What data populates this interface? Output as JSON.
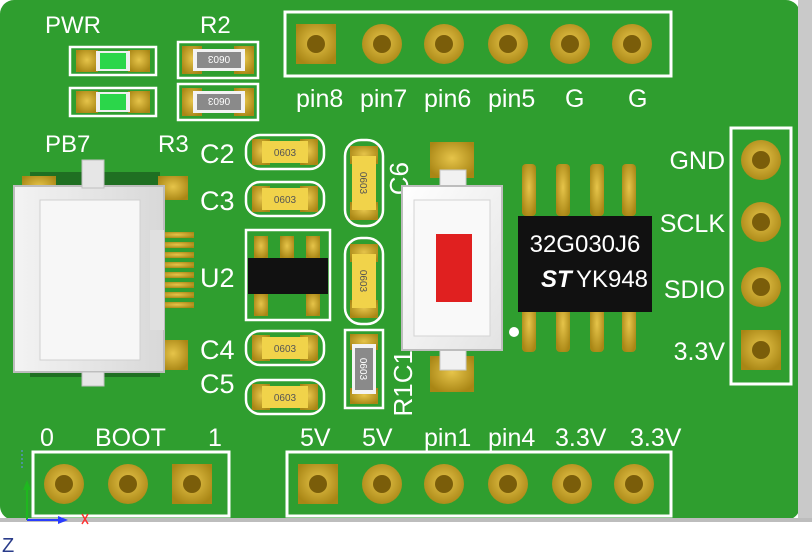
{
  "colors": {
    "pcb": "#2f9e2f",
    "pcb_dark": "#1f6f22",
    "silk": "#ffffff",
    "gold": "#c9a21e",
    "gold_dark": "#8a6a10",
    "chip": "#111111",
    "led": "#2bd64a",
    "button_red": "#e02020",
    "cap_yellow": "#f1d34a",
    "res_body": "#8a8a8a"
  },
  "labels": {
    "pwr": "PWR",
    "r2": "R2",
    "r3": "R3",
    "pb7": "PB7",
    "c2": "C2",
    "c3": "C3",
    "u2": "U2",
    "c4": "C4",
    "c5": "C5",
    "c6": "C6",
    "r1c1": "R1C1"
  },
  "top_header": {
    "pins": [
      "pin8",
      "pin7",
      "pin6",
      "pin5",
      "G",
      "G"
    ]
  },
  "right_header": {
    "pins": [
      "GND",
      "SCLK",
      "SDIO",
      "3.3V"
    ]
  },
  "bottom_left_header": {
    "labels": [
      "0",
      "BOOT",
      "1"
    ]
  },
  "bottom_right_header": {
    "pins": [
      "5V",
      "5V",
      "pin1",
      "pin4",
      "3.3V",
      "3.3V"
    ]
  },
  "chip": {
    "line1": "32G030J6",
    "logo": "ST",
    "line2": "YK948"
  },
  "components": {
    "r2_code": "0603",
    "r3_code": "0603",
    "c2_code": "0603",
    "c3_code": "0603",
    "c4_code": "0603",
    "c5_code": "0603",
    "c6_code": "0603",
    "c_mid_code": "0603",
    "r1_code": "0603"
  },
  "axis": {
    "z": "Z"
  }
}
